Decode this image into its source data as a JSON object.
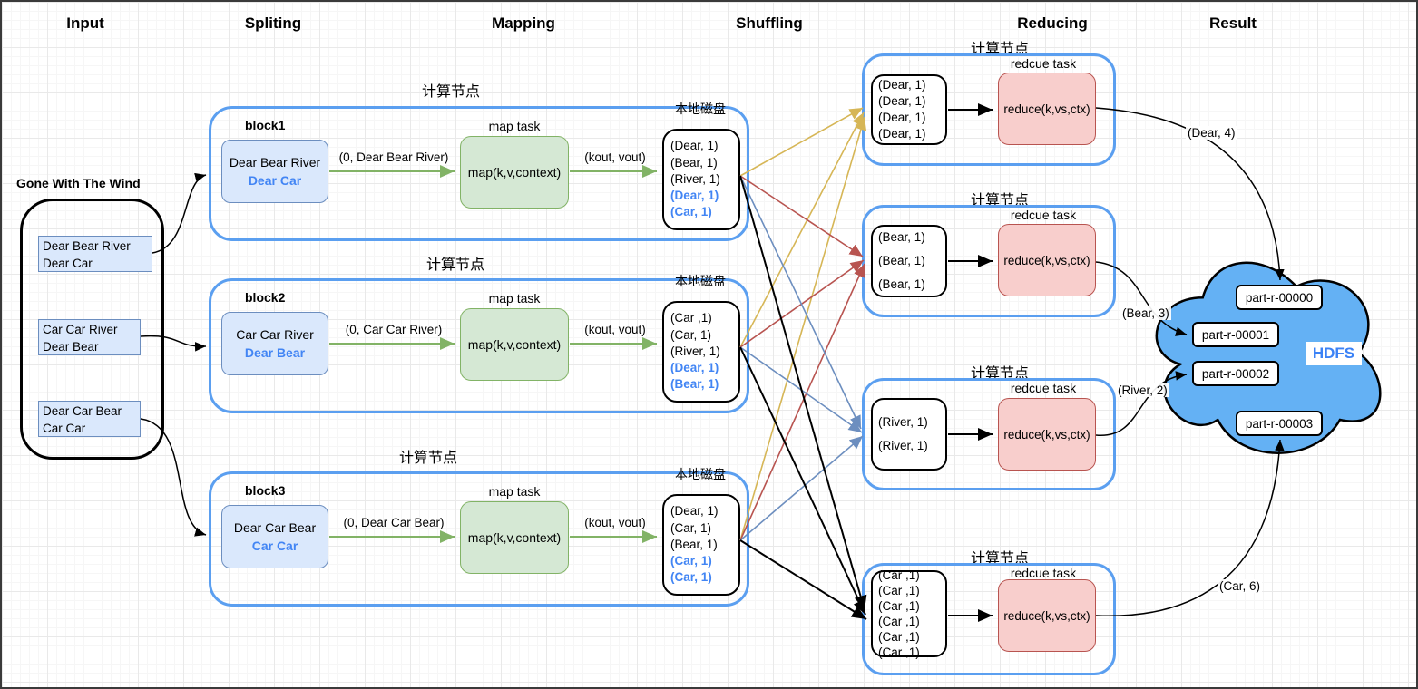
{
  "palette": {
    "container_blue": "#5b9ff0",
    "box_blue_fill": "#dae8fc",
    "box_blue_border": "#6c8ebf",
    "green_fill": "#d5e8d4",
    "green_border": "#82b366",
    "red_fill": "#f8cecc",
    "red_border": "#b85450",
    "shuffle_gold": "#d6b656",
    "shuffle_red": "#b85450",
    "shuffle_blue": "#6c8ebf",
    "cloud_blue": "#64b1f4",
    "key_blue": "#4285f4"
  },
  "headers": {
    "input": "Input",
    "spliting": "Spliting",
    "mapping": "Mapping",
    "shuffling": "Shuffling",
    "reducing": "Reducing",
    "result": "Result"
  },
  "input": {
    "title": "Gone With The Wind",
    "files": [
      {
        "line1": "Dear Bear River",
        "line2": "Dear Car"
      },
      {
        "line1": "Car Car River",
        "line2": "Dear Bear"
      },
      {
        "line1": "Dear Car Bear",
        "line2": "Car Car"
      }
    ]
  },
  "map_groups": [
    {
      "node_title": "计算节点",
      "block_label": "block1",
      "input_line1": "Dear Bear River",
      "input_line2": "Dear Car",
      "map_arrow_label": "(0, Dear Bear River)",
      "task_label": "map task",
      "fn": "map(k,v,context)",
      "out_label": "(kout, vout)",
      "disk_label": "本地磁盘",
      "disk_items": [
        "(Dear, 1)",
        "(Bear, 1)",
        "(River, 1)",
        "(Dear, 1)",
        "(Car, 1)"
      ]
    },
    {
      "node_title": "计算节点",
      "block_label": "block2",
      "input_line1": "Car Car River",
      "input_line2": "Dear Bear",
      "map_arrow_label": "(0, Car Car River)",
      "task_label": "map task",
      "fn": "map(k,v,context)",
      "out_label": "(kout, vout)",
      "disk_label": "本地磁盘",
      "disk_items": [
        "(Car ,1)",
        "(Car, 1)",
        "(River, 1)",
        "(Dear, 1)",
        "(Bear, 1)"
      ]
    },
    {
      "node_title": "计算节点",
      "block_label": "block3",
      "input_line1": "Dear Car Bear",
      "input_line2": "Car Car",
      "map_arrow_label": "(0, Dear Car Bear)",
      "task_label": "map task",
      "fn": "map(k,v,context)",
      "out_label": "(kout, vout)",
      "disk_label": "本地磁盘",
      "disk_items": [
        "(Dear, 1)",
        "(Car, 1)",
        "(Bear, 1)",
        "(Car, 1)",
        "(Car, 1)"
      ]
    }
  ],
  "reduce_groups": [
    {
      "node_title": "计算节点",
      "task_label": "redcue task",
      "fn": "reduce(k,vs,ctx)",
      "items": [
        "(Dear, 1)",
        "(Dear, 1)",
        "(Dear, 1)",
        "(Dear, 1)"
      ]
    },
    {
      "node_title": "计算节点",
      "task_label": "redcue task",
      "fn": "reduce(k,vs,ctx)",
      "items": [
        "(Bear, 1)",
        "(Bear, 1)",
        "(Bear, 1)"
      ]
    },
    {
      "node_title": "计算节点",
      "task_label": "redcue task",
      "fn": "reduce(k,vs,ctx)",
      "items": [
        "(River, 1)",
        "(River, 1)"
      ]
    },
    {
      "node_title": "计算节点",
      "task_label": "redcue task",
      "fn": "reduce(k,vs,ctx)",
      "items": [
        "(Car ,1)",
        "(Car ,1)",
        "(Car ,1)",
        "(Car ,1)",
        "(Car ,1)",
        "(Car ,1)"
      ]
    }
  ],
  "result": {
    "dear_label": "(Dear, 4)",
    "bear_label": "(Bear, 3)",
    "river_label": "(River, 2)",
    "car_label": "(Car, 6)",
    "hdfs_label": "HDFS",
    "parts": [
      "part-r-00000",
      "part-r-00001",
      "part-r-00002",
      "part-r-00003"
    ]
  }
}
